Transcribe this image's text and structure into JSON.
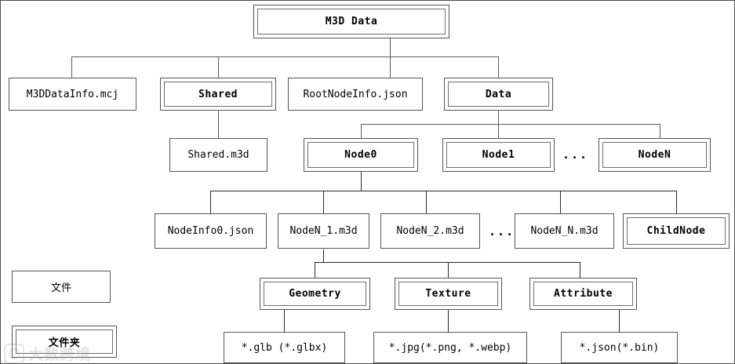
{
  "diagram": {
    "title": "M3D Data",
    "type": "file-system-tree",
    "root": {
      "label": "M3D Data",
      "kind": "folder"
    },
    "level2": [
      {
        "label": "M3DDataInfo.mcj",
        "kind": "file"
      },
      {
        "label": "Shared",
        "kind": "folder"
      },
      {
        "label": "RootNodeInfo.json",
        "kind": "file"
      },
      {
        "label": "Data",
        "kind": "folder"
      }
    ],
    "level3": [
      {
        "label": "Shared.m3d",
        "kind": "file"
      },
      {
        "label": "Node0",
        "kind": "folder"
      },
      {
        "label": "Node1",
        "kind": "folder"
      },
      {
        "label": "NodeN",
        "kind": "folder"
      }
    ],
    "level4": [
      {
        "label": "NodeInfo0.json",
        "kind": "file"
      },
      {
        "label": "NodeN_1.m3d",
        "kind": "file"
      },
      {
        "label": "NodeN_2.m3d",
        "kind": "file"
      },
      {
        "label": "NodeN_N.m3d",
        "kind": "file"
      },
      {
        "label": "ChildNode",
        "kind": "folder"
      }
    ],
    "level5": [
      {
        "label": "Geometry",
        "kind": "folder"
      },
      {
        "label": "Texture",
        "kind": "folder"
      },
      {
        "label": "Attribute",
        "kind": "folder"
      }
    ],
    "level6": [
      {
        "label": "*.glb (*.glbx)",
        "kind": "file"
      },
      {
        "label": "*.jpg(*.png, *.webp)",
        "kind": "file"
      },
      {
        "label": "*.json(*.bin)",
        "kind": "file"
      }
    ],
    "ellipsis": "...",
    "ellipsis_nodes": "...",
    "ellipsis_files": "..."
  },
  "legend": {
    "file_label": "文件",
    "folder_label": "文件夹"
  },
  "watermark": {
    "text": "大数跨境"
  },
  "colors": {
    "line": "#2b2b2b",
    "border": "#555555",
    "inner_border": "#6e6e6e",
    "background": "#ffffff",
    "text": "#000000",
    "watermark": "#9aa0a6"
  }
}
